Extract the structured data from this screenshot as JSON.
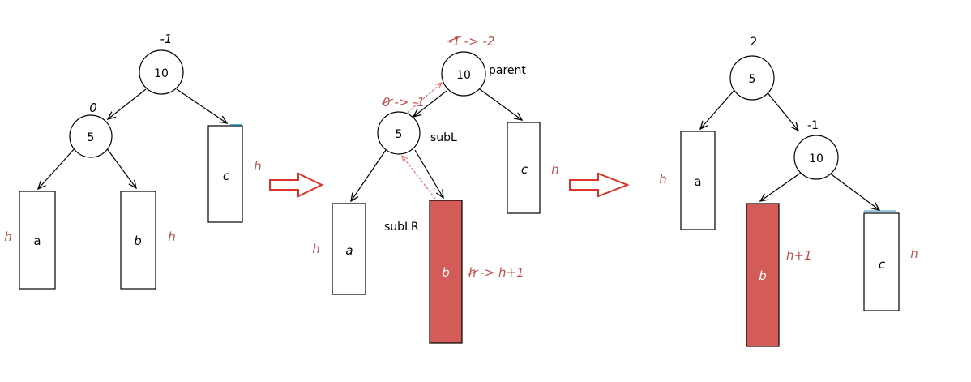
{
  "colors": {
    "stroke": "#000000",
    "annotation": "#c0504d",
    "highlight_fill": "#d35b58",
    "arrow_outline": "#d9342b",
    "accent_tick": "#2e8bc0"
  },
  "stage1": {
    "root": {
      "key": "10",
      "bf": "-1"
    },
    "left": {
      "key": "5",
      "bf": "0"
    },
    "subtree_a": {
      "label": "a",
      "height": "h"
    },
    "subtree_b": {
      "label": "b",
      "height": "h"
    },
    "subtree_c": {
      "label": "c",
      "height": "h"
    }
  },
  "stage2": {
    "root": {
      "key": "10",
      "bf_old": "-1",
      "bf_change": " -> -2",
      "role": "parent"
    },
    "left": {
      "key": "5",
      "bf_old": "0",
      "bf_change": " -> -1",
      "role": "subL"
    },
    "subtree_a": {
      "label": "a",
      "height": "h"
    },
    "subtree_b": {
      "label": "b",
      "role": "subLR",
      "height_old": "h",
      "height_change": " -> h+1"
    },
    "subtree_c": {
      "label": "c",
      "height": "h"
    }
  },
  "stage3": {
    "root": {
      "key": "5",
      "bf": "2"
    },
    "right": {
      "key": "10",
      "bf": "-1"
    },
    "subtree_a": {
      "label": "a",
      "height": "h"
    },
    "subtree_b": {
      "label": "b",
      "height": "h+1"
    },
    "subtree_c": {
      "label": "c",
      "height": "h"
    }
  }
}
